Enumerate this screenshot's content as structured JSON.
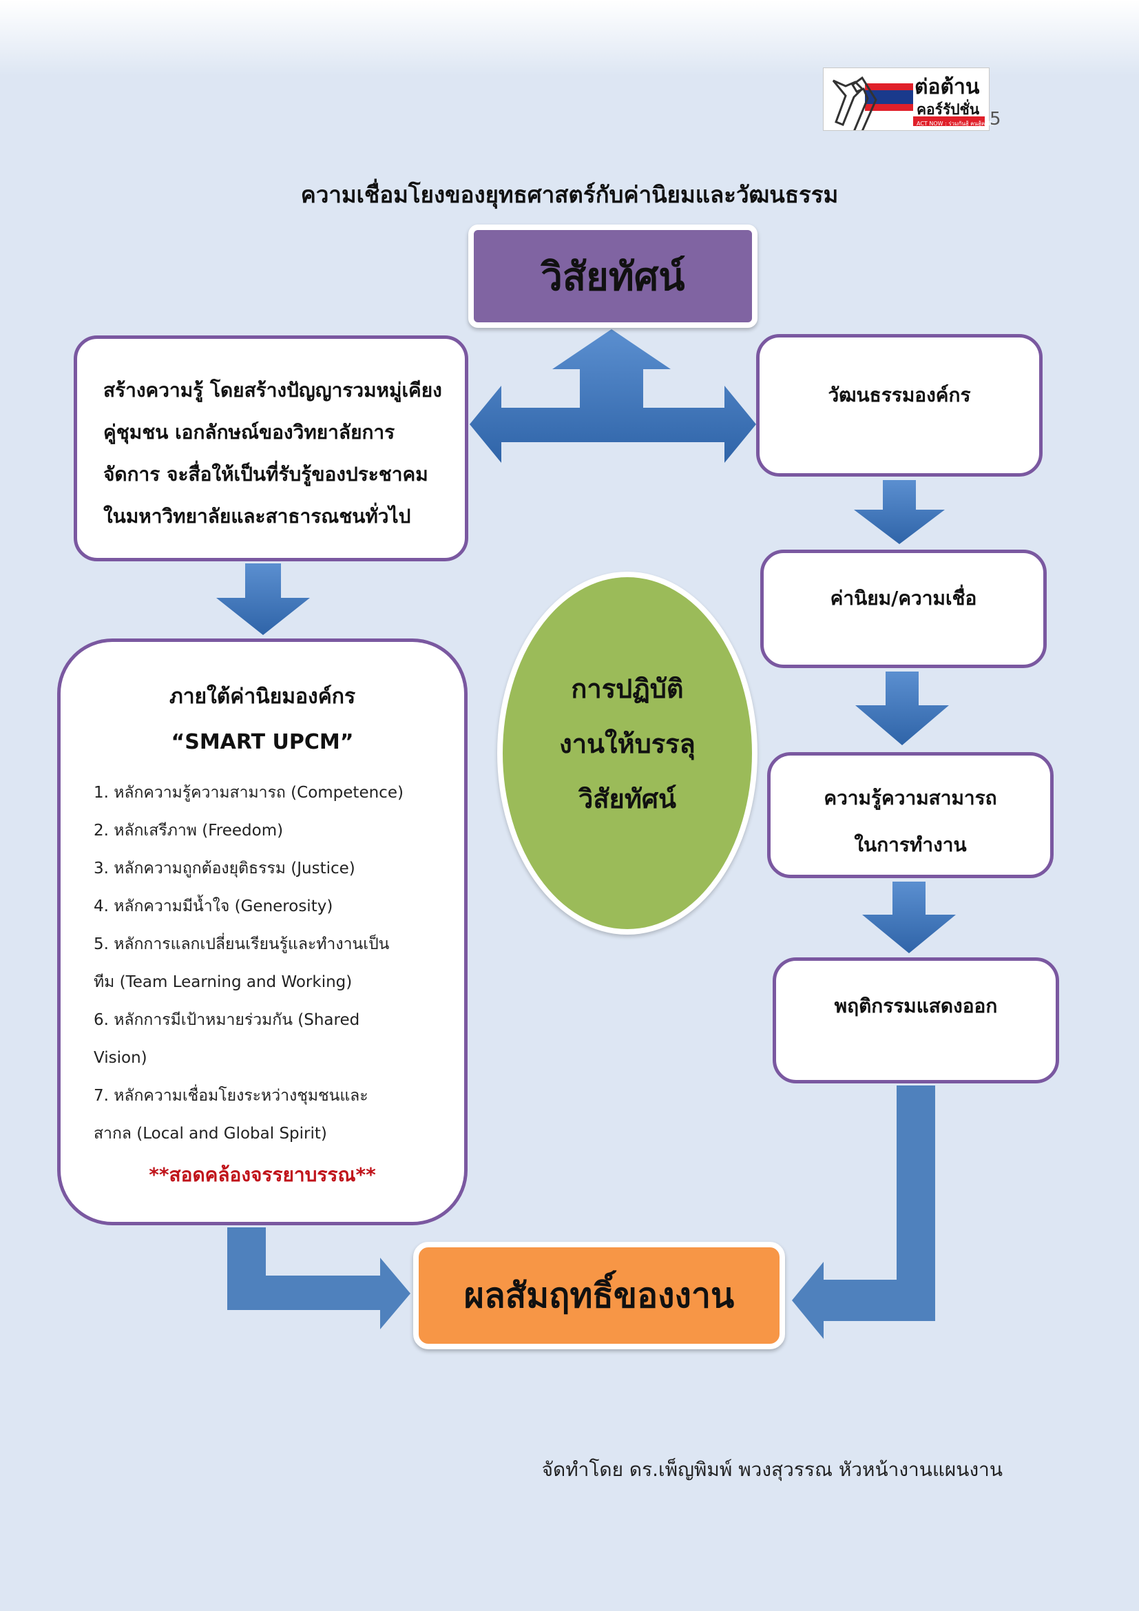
{
  "page_number": "5",
  "logo": {
    "line1": "ต่อต้าน",
    "line2": "คอร์รัปชั่น",
    "line3": "ACT NOW : ร่วมกันสู้ คนสู้คนผิด",
    "colors": {
      "red": "#e0202a",
      "blue": "#1a3a8c"
    }
  },
  "title": "ความเชื่อมโยงของยุทธศาสตร์กับค่านิยมและวัฒนธรรม",
  "vision": "วิสัยทัศน์",
  "knowledge_box": {
    "lines": [
      "สร้างความรู้ โดยสร้างปัญญารวมหมู่เคียง",
      "คู่ชุมชน เอกลักษณ์ของวิทยาลัยการ",
      "จัดการ จะสื่อให้เป็นที่รับรู้ของประชาคม",
      "ในมหาวิทยาลัยและสาธารณชนทั่วไป"
    ]
  },
  "right_chain": {
    "culture": "วัฒนธรรมองค์กร",
    "values": "ค่านิยม/ความเชื่อ",
    "skill_line1": "ความรู้ความสามารถ",
    "skill_line2": "ในการทำงาน",
    "behavior": "พฤติกรรมแสดงออก"
  },
  "principles": {
    "heading": "ภายใต้ค่านิยมองค์กร",
    "subheading": "“SMART UPCM”",
    "items": [
      "1. หลักความรู้ความสามารถ (Competence)",
      "2. หลักเสรีภาพ (Freedom)",
      "3. หลักความถูกต้องยุติธรรม (Justice)",
      "4. หลักความมีน้ำใจ (Generosity)",
      "5. หลักการแลกเปลี่ยนเรียนรู้และทำงานเป็น",
      "ทีม (Team Learning and Working)",
      "6.  หลักการมีเป้าหมายร่วมกัน (Shared",
      "Vision)",
      "7. หลักความเชื่อมโยงระหว่างชุมชนและ",
      "สากล (Local and Global Spirit)"
    ],
    "note": "**สอดคล้องจรรยาบรรณ**"
  },
  "practice": {
    "line1": "การปฏิบัติ",
    "line2": "งานให้บรรลุ",
    "line3": "วิสัยทัศน์"
  },
  "result": "ผลสัมฤทธิ์ของงาน",
  "credit": "จัดทำโดย  ดร.เพ็ญพิมพ์ พวงสุวรรณ  หัวหน้างานแผนงาน",
  "colors": {
    "vision": "#8064a2",
    "box_border": "#7a58a0",
    "arrow": "#4f81bd",
    "practice": "#9bbb59",
    "result": "#f79646",
    "note": "#c0141b"
  }
}
